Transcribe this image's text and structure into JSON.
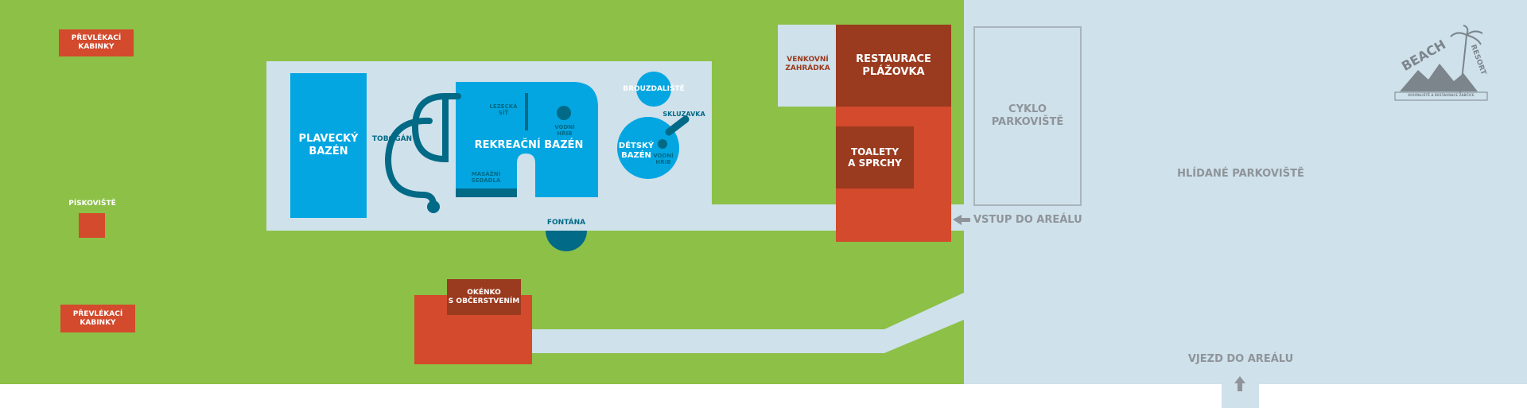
{
  "colors": {
    "grass": "#8cc047",
    "path": "#cfe1eb",
    "pool": "#04a6e1",
    "pool_dark": "#016a86",
    "building": "#d34a2d",
    "building_dark": "#9a3a1e",
    "parking_text": "#8e9499"
  },
  "labels": {
    "changing_top": "PŘEVLÉKACÍ\nKABINKY",
    "sandpit": "PÍSKOVIŠTĚ",
    "changing_bottom": "PŘEVLÉKACÍ\nKABINKY",
    "swimming_pool": "PLAVECKÝ\nBAZÉN",
    "slide_tube": "TOBOGÁN",
    "climbing_net": "LEZECKÁ\nSÍŤ",
    "water_mushroom_1": "VODNÍ\nHŘIB",
    "recreation_pool": "REKREAČNÍ BAZÉN",
    "massage_seats": "MASÁŽNÍ\nSEDADLA",
    "wading_pool": "BROUZDALIŠTĚ",
    "slide": "SKLUZAVKA",
    "kids_pool": "DĚTSKÝ\nBAZÉN",
    "water_mushroom_2": "VODNÍ\nHŘIB",
    "fountain": "FONTÁNA",
    "outdoor_garden": "VENKOVNÍ\nZAHRÁDKA",
    "restaurant": "RESTAURACE\nPLÁŽOVKA",
    "toilets": "TOALETY\nA SPRCHY",
    "snack_window": "OKÉNKO\nS OBČERSTVENÍM",
    "bike_parking": "CYKLO\nPARKOVIŠTĚ",
    "guarded_parking": "HLÍDANÉ PARKOVIŠTĚ",
    "entrance": "VSTUP DO AREÁLU",
    "car_entrance": "VJEZD DO AREÁLU"
  },
  "logo": {
    "word1": "BEACH",
    "word2": "RESORT",
    "tagline": "KOUPALIŠTĚ A RESTAURACE ŽABČICE"
  },
  "icons": {
    "entrance_arrow": "arrow-left-icon",
    "car_entrance_arrow": "arrow-up-icon",
    "logo_palm": "palm-tree-icon",
    "logo_mountains": "mountains-icon"
  }
}
